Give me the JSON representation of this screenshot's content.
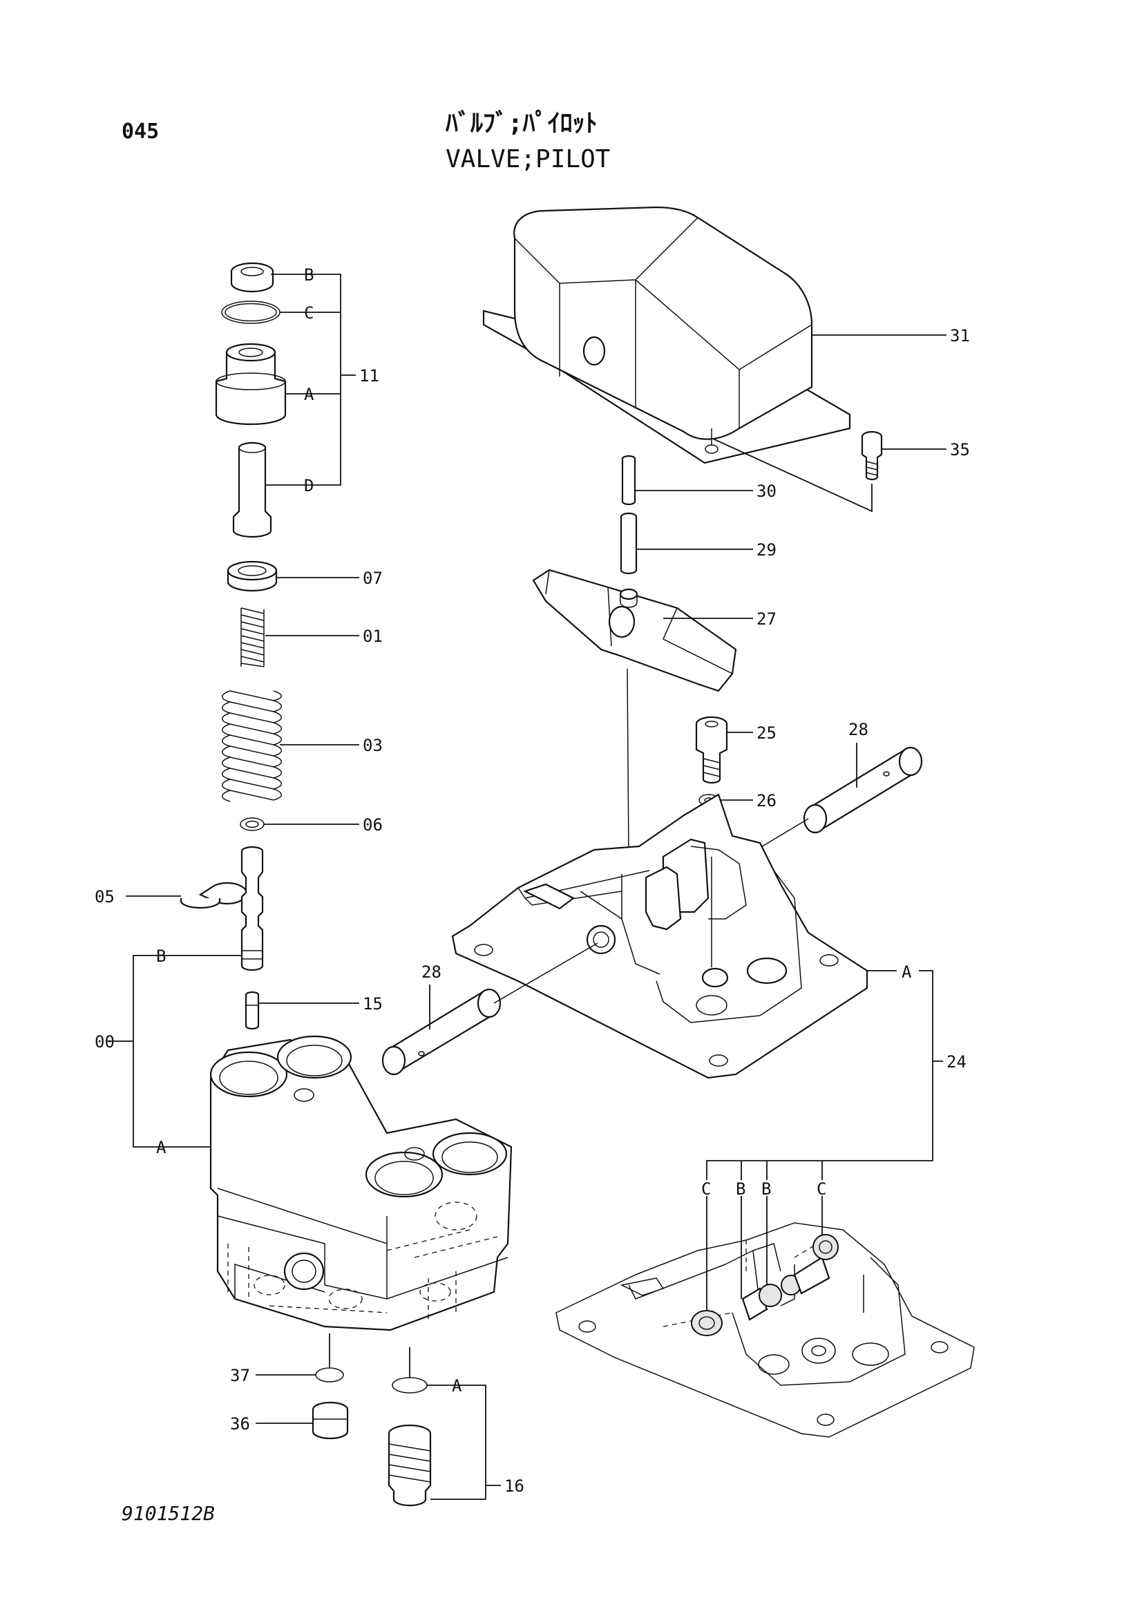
{
  "page_number": "045",
  "title_jp": "ﾊﾞﾙﾌﾞ;ﾊﾟｲﾛｯﾄ",
  "title_en": "VALVE;PILOT",
  "drawing_number": "9101512B",
  "callouts": {
    "p11": "11",
    "p07": "07",
    "p01": "01",
    "p03": "03",
    "p06": "06",
    "p05": "05",
    "p15": "15",
    "p00": "00",
    "p37": "37",
    "p36": "36",
    "p16": "16",
    "p31": "31",
    "p35": "35",
    "p30": "30",
    "p29": "29",
    "p27": "27",
    "p25": "25",
    "p26": "26",
    "p28a": "28",
    "p28b": "28",
    "p24": "24"
  },
  "sub_letters": {
    "k11_b": "B",
    "k11_c": "C",
    "k11_a": "A",
    "k11_d": "D",
    "k00_b": "B",
    "k00_a": "A",
    "k16_a": "A",
    "k24_a": "A",
    "k24_c1": "C",
    "k24_b1": "B",
    "k24_b2": "B",
    "k24_c2": "C"
  }
}
